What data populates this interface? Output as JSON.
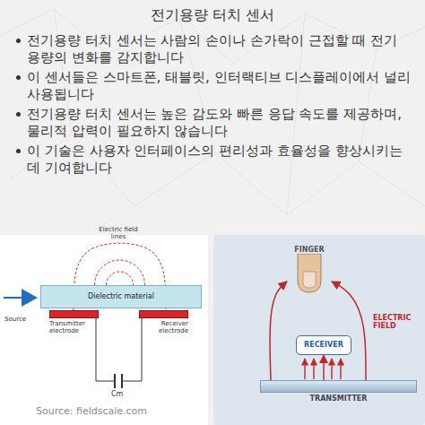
{
  "diagram": {
    "title": "전기용량 터치 센서",
    "nodes": [
      {
        "text": [
          "Dielectric material"
        ]
      },
      {
        "text": [
          "Transmitter electrode"
        ]
      },
      {
        "text": [
          "Receiver electrode"
        ]
      },
      {
        "text": [
          "FINGER"
        ]
      },
      {
        "text": [
          "RECEIVER"
        ]
      },
      {
        "text": [
          "TRANSMITTER"
        ]
      }
    ],
    "edges": [
      {
        "from": 1,
        "to": 2,
        "arrow": "none"
      },
      {
        "from": 5,
        "to": 3,
        "arrow": "to"
      },
      {
        "from": 5,
        "to": 3,
        "arrow": "to"
      },
      {
        "from": 5,
        "to": 4,
        "arrow": "to"
      }
    ],
    "labels": [
      "전기용량 터치 센서는 사람의 손이나 손가락이 근접할 때 전기 용량의 변화를 감지합니다",
      "이 센서들은 스마트폰, 태블릿, 인터랙티브 디스플레이에서 널리 사용됩니다",
      "전기용량 터치 센서는 높은 감도와 빠른 응답 속도를 제공하며, 물리적 압력이 필요하지 않습니다",
      "이 기술은 사용자 인터페이스의 편리성과 효율성을 향상시키는 데 기여합니다",
      "Electric field lines",
      "Source",
      "Cm",
      "Source: fieldscale.com",
      "ELECTRIC FIELD"
    ]
  }
}
